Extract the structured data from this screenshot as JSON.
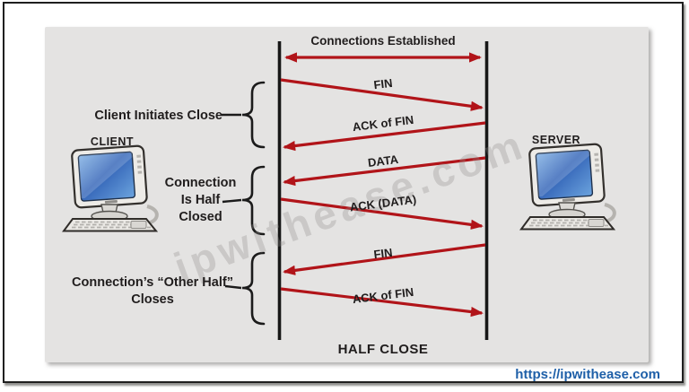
{
  "watermark": {
    "text": "ipwithease.com"
  },
  "footer": {
    "url": "https://ipwithease.com"
  },
  "diagram": {
    "type": "sequence-diagram",
    "caption": "HALF CLOSE",
    "client_label": "CLIENT",
    "server_label": "SERVER",
    "colors": {
      "arrow_red": "#b11419",
      "timeline_black": "#171717",
      "canvas_gray": "#e4e3e2",
      "link_blue": "#1e5fa8"
    },
    "messages": [
      {
        "label": "Connections Established",
        "from": "client",
        "to": "server",
        "direction": "bidirectional"
      },
      {
        "label": "FIN",
        "from": "client",
        "to": "server",
        "direction": "right"
      },
      {
        "label": "ACK of FIN",
        "from": "server",
        "to": "client",
        "direction": "left"
      },
      {
        "label": "DATA",
        "from": "server",
        "to": "client",
        "direction": "left"
      },
      {
        "label": "ACK (DATA)",
        "from": "client",
        "to": "server",
        "direction": "right"
      },
      {
        "label": "FIN",
        "from": "server",
        "to": "client",
        "direction": "left"
      },
      {
        "label": "ACK of FIN",
        "from": "client",
        "to": "server",
        "direction": "right"
      }
    ],
    "annotations": [
      {
        "label": "Client Initiates Close"
      },
      {
        "label": "Connection\nIs Half\nClosed"
      },
      {
        "label": "Connection’s “Other Half”\nCloses"
      }
    ]
  }
}
